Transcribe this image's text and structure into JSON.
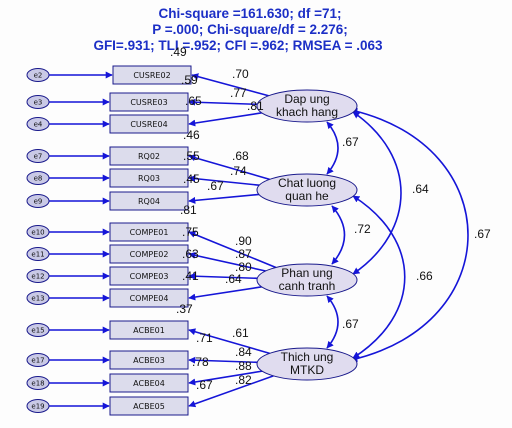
{
  "header": [
    "Chi-square =161.630; df =71;",
    "P =.000; Chi-square/df = 2.276;",
    "GFI=.931; TLI =.952; CFI =.962; RMSEA = .063"
  ],
  "latents": [
    {
      "id": "L1",
      "lines": [
        "Dap ung",
        "khach hang"
      ]
    },
    {
      "id": "L2",
      "lines": [
        "Chat luong",
        "quan he"
      ]
    },
    {
      "id": "L3",
      "lines": [
        "Phan ung",
        "canh tranh"
      ]
    },
    {
      "id": "L4",
      "lines": [
        "Thich ung",
        "MTKD"
      ]
    }
  ],
  "indicators": [
    {
      "err": "e2",
      "name": "CUSRE02",
      "r2": ".49",
      "loading": ".70",
      "latent": "L1"
    },
    {
      "err": "e3",
      "name": "CUSRE03",
      "r2": ".59",
      "loading": ".77",
      "latent": "L1"
    },
    {
      "err": "e4",
      "name": "CUSRE04",
      "r2": ".65",
      "loading": ".81",
      "latent": "L1"
    },
    {
      "err": "e7",
      "name": "RQ02",
      "r2": ".46",
      "loading": ".68",
      "latent": "L2"
    },
    {
      "err": "e8",
      "name": "RQ03",
      "r2": ".55",
      "loading": ".74",
      "latent": "L2"
    },
    {
      "err": "e9",
      "name": "RQ04",
      "r2": ".45",
      "loading": ".67",
      "latent": "L2"
    },
    {
      "err": "e10",
      "name": "COMPE01",
      "r2": ".81",
      "loading": ".90",
      "latent": "L3"
    },
    {
      "err": "e11",
      "name": "COMPE02",
      "r2": ".75",
      "loading": ".87",
      "latent": "L3"
    },
    {
      "err": "e12",
      "name": "COMPE03",
      "r2": ".63",
      "loading": ".80",
      "latent": "L3"
    },
    {
      "err": "e13",
      "name": "COMPE04",
      "r2": ".41",
      "loading": ".64",
      "latent": "L3"
    },
    {
      "err": "e15",
      "name": "ACBE01",
      "r2": ".37",
      "loading": ".61",
      "latent": "L4"
    },
    {
      "err": "e17",
      "name": "ACBE03",
      "r2": ".71",
      "loading": ".84",
      "latent": "L4"
    },
    {
      "err": "e18",
      "name": "ACBE04",
      "r2": ".78",
      "loading": ".88",
      "latent": "L4"
    },
    {
      "err": "e19",
      "name": "ACBE05",
      "r2": ".67",
      "loading": ".82",
      "latent": "L4"
    }
  ],
  "correlations": [
    {
      "from": "L1",
      "to": "L2",
      "value": ".67"
    },
    {
      "from": "L2",
      "to": "L3",
      "value": ".72"
    },
    {
      "from": "L3",
      "to": "L4",
      "value": ".67"
    },
    {
      "from": "L1",
      "to": "L3",
      "value": ".64"
    },
    {
      "from": "L2",
      "to": "L4",
      "value": ".66"
    },
    {
      "from": "L1",
      "to": "L4",
      "value": ".67"
    }
  ],
  "colors": {
    "header": "#1c2fc6",
    "arrow": "#1515d8",
    "box_fill": "#dcdcec",
    "latent_fill": "#e0dcef",
    "error_fill": "#c9c9e6"
  }
}
